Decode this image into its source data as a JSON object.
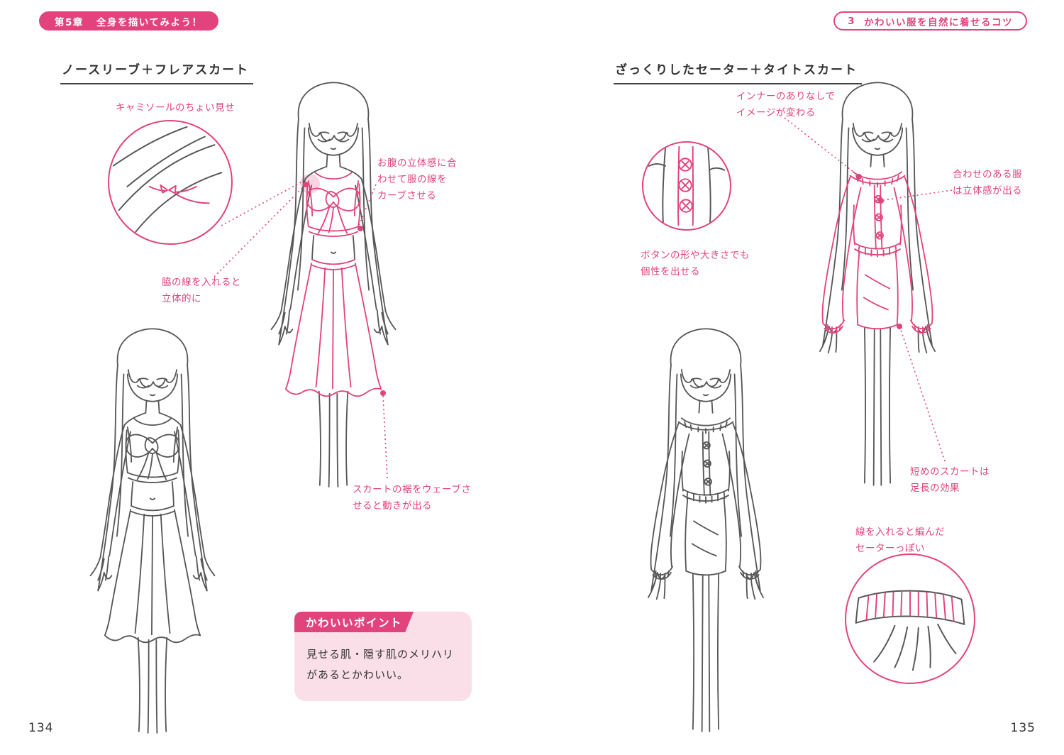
{
  "colors": {
    "accent": "#e2437d",
    "accent_soft": "#f6c3d8",
    "panel_bg": "#fadfe9",
    "ink": "#333333",
    "line": "#565656"
  },
  "header": {
    "left": {
      "chapter": "第5章",
      "title": "全身を描いてみよう！"
    },
    "right": {
      "number": "3",
      "title": "かわいい服を自然に着せるコツ"
    }
  },
  "left_page": {
    "section_title": "ノースリーブ＋フレアスカート",
    "annotations": {
      "camisole": [
        "キャミソールのちょい見せ"
      ],
      "belly": [
        "お腹の立体感に合",
        "わせて服の線を",
        "カーブさせる"
      ],
      "armpit": [
        "脇の線を入れると",
        "立体的に"
      ],
      "hem": [
        "スカートの裾をウェーブさ",
        "せると動きが出る"
      ]
    },
    "point_box": {
      "title": "かわいいポイント",
      "line1": "見せる肌・隠す肌のメリハリ",
      "line2": "があるとかわいい。"
    },
    "page_number": "134"
  },
  "right_page": {
    "section_title": "ざっくりしたセーター＋タイトスカート",
    "annotations": {
      "inner": [
        "インナーのありなしで",
        "イメージが変わる"
      ],
      "overlap": [
        "合わせのある服",
        "は立体感が出る"
      ],
      "buttons": [
        "ボタンの形や大きさでも",
        "個性を出せる"
      ],
      "skirt": [
        "短めのスカートは",
        "足長の効果"
      ],
      "knit": [
        "線を入れると編んだ",
        "セーターっぽい"
      ]
    },
    "page_number": "135"
  }
}
